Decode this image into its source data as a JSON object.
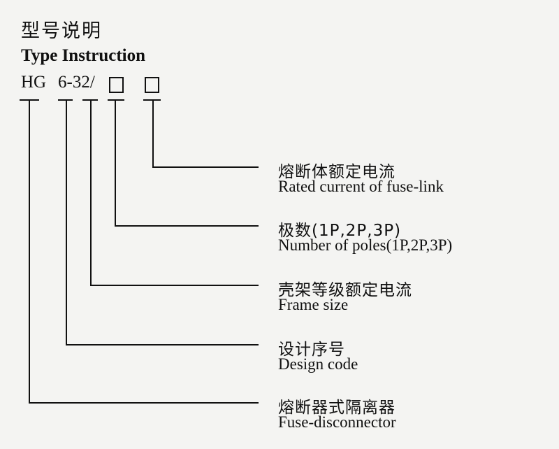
{
  "title_cn": "型号说明",
  "title_en": "Type Instruction",
  "code": {
    "prefix": "HG",
    "series": "6-32/"
  },
  "items": [
    {
      "cn": "熔断体额定电流",
      "en": "Rated current of fuse-link"
    },
    {
      "cn": "极数(1P,2P,3P)",
      "en": "Number of poles(1P,2P,3P)"
    },
    {
      "cn": "壳架等级额定电流",
      "en": "Frame size"
    },
    {
      "cn": "设计序号",
      "en": "Design code"
    },
    {
      "cn": "熔断器式隔离器",
      "en": "Fuse-disconnector"
    }
  ]
}
